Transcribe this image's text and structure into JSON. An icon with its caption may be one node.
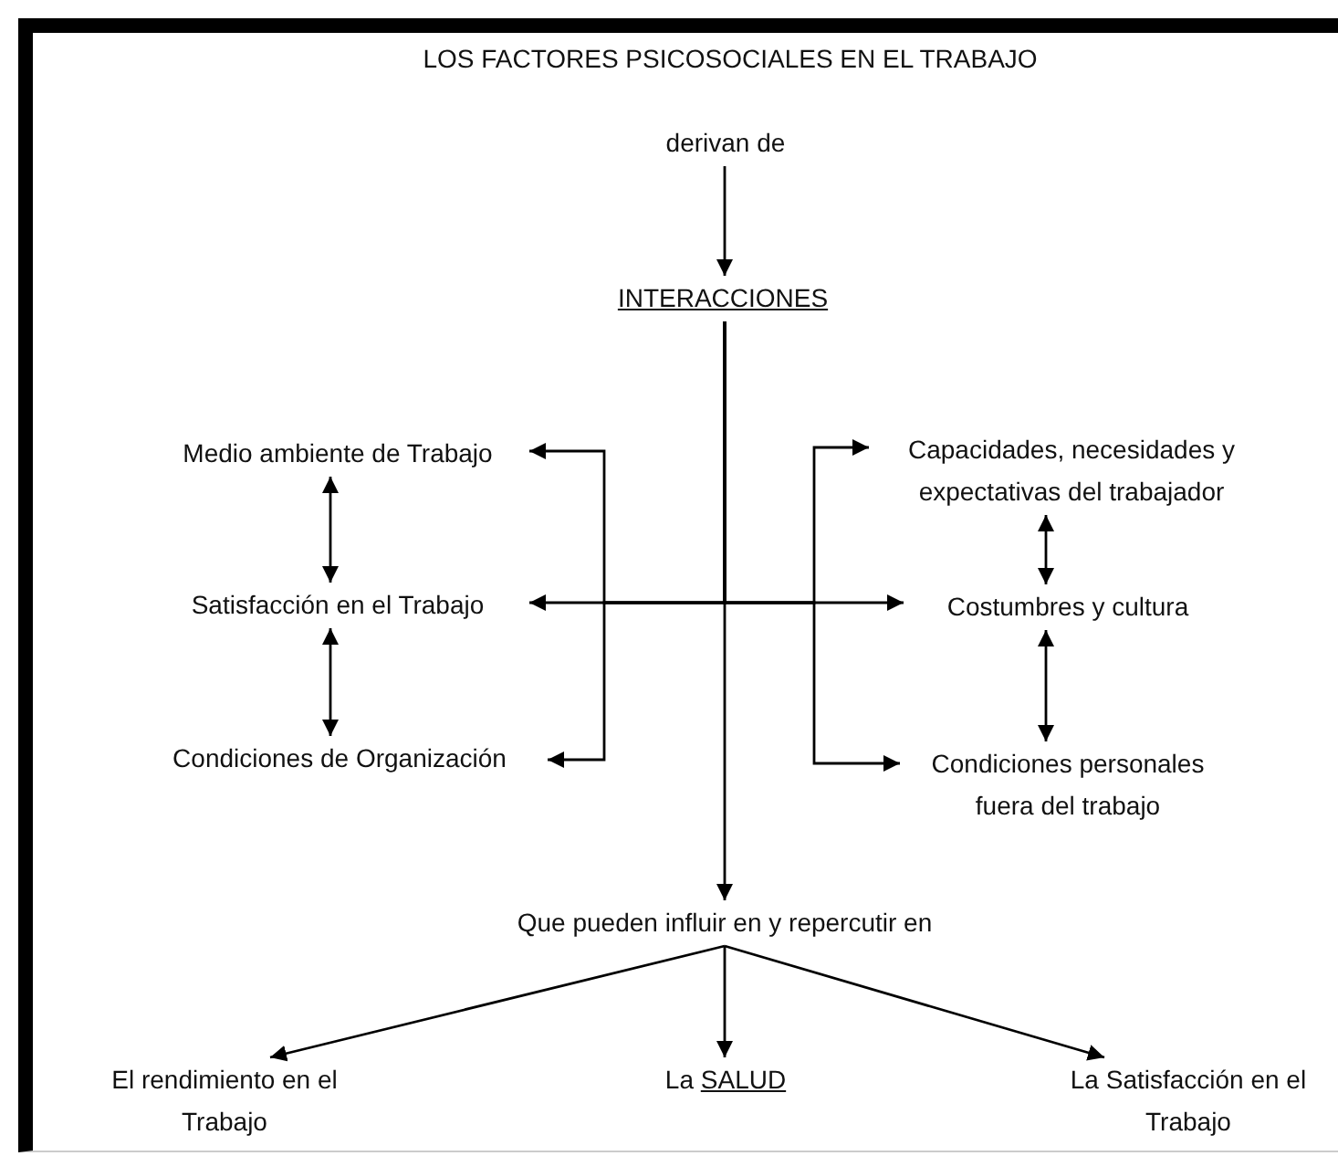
{
  "diagram": {
    "title": "LOS FACTORES PSICOSOCIALES EN EL TRABAJO",
    "nodes": [
      {
        "text": [
          "derivan de"
        ]
      },
      {
        "text": [
          "INTERACCIONES"
        ]
      },
      {
        "text": [
          "Medio ambiente de Trabajo"
        ]
      },
      {
        "text": [
          "Satisfacción en el Trabajo"
        ]
      },
      {
        "text": [
          "Condiciones de Organización"
        ]
      },
      {
        "text": [
          "Capacidades, necesidades y expectativas del trabajador"
        ]
      },
      {
        "text": [
          "Costumbres y cultura"
        ]
      },
      {
        "text": [
          "Condiciones personales fuera del trabajo"
        ]
      },
      {
        "text": [
          "Que pueden influir en y repercutir en"
        ]
      },
      {
        "text": [
          "El rendimiento en el Trabajo"
        ]
      },
      {
        "text": [
          "La SALUD"
        ]
      },
      {
        "text": [
          "La Satisfacción en el Trabajo"
        ]
      }
    ],
    "edges": [
      {
        "from": 0,
        "to": 1,
        "arrow": "to"
      },
      {
        "from": 1,
        "to": 2,
        "arrow": "to"
      },
      {
        "from": 1,
        "to": 3,
        "arrow": "to"
      },
      {
        "from": 1,
        "to": 4,
        "arrow": "to"
      },
      {
        "from": 1,
        "to": 5,
        "arrow": "to"
      },
      {
        "from": 1,
        "to": 6,
        "arrow": "to"
      },
      {
        "from": 1,
        "to": 7,
        "arrow": "to"
      },
      {
        "from": 2,
        "to": 3,
        "arrow": "both"
      },
      {
        "from": 3,
        "to": 4,
        "arrow": "both"
      },
      {
        "from": 5,
        "to": 6,
        "arrow": "both"
      },
      {
        "from": 6,
        "to": 7,
        "arrow": "both"
      },
      {
        "from": 1,
        "to": 8,
        "arrow": "to"
      },
      {
        "from": 8,
        "to": 9,
        "arrow": "to"
      },
      {
        "from": 8,
        "to": 10,
        "arrow": "to"
      },
      {
        "from": 8,
        "to": 11,
        "arrow": "to"
      }
    ]
  }
}
